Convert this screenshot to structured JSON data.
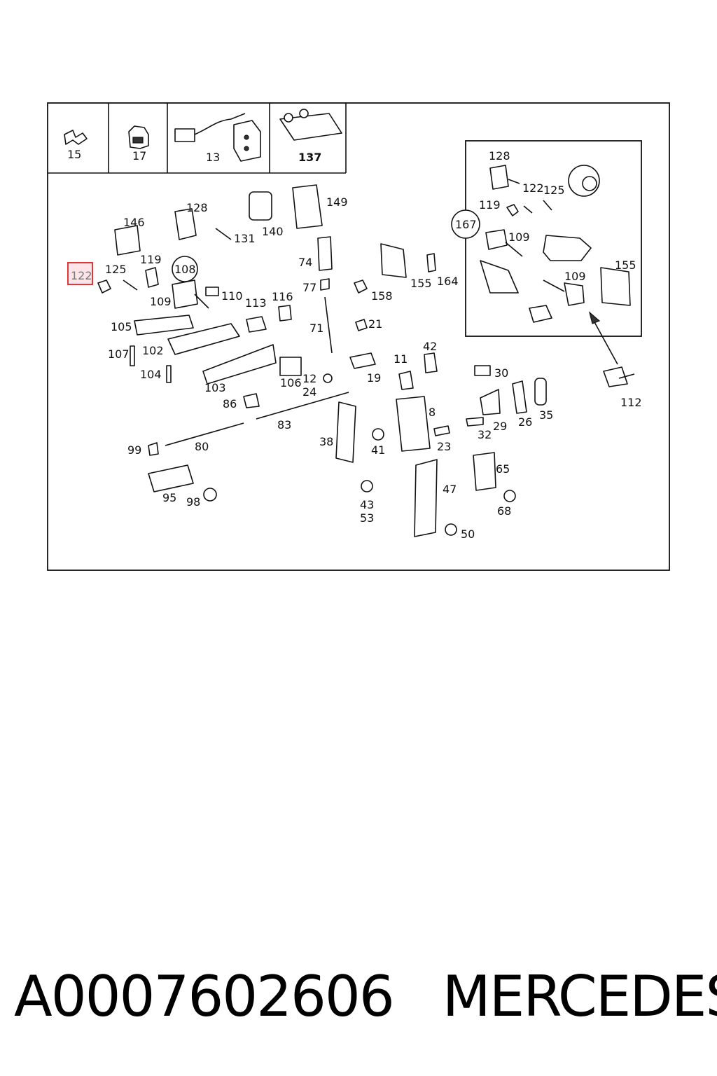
{
  "diagram": {
    "top_cells": [
      "15",
      "17",
      "13",
      "137"
    ],
    "highlight": "122",
    "labels": {
      "l146": "146",
      "l128": "128",
      "l131": "131",
      "l140": "140",
      "l149": "149",
      "l125": "125",
      "l119": "119",
      "l108": "108",
      "l109": "109",
      "l110": "110",
      "l113": "113",
      "l116": "116",
      "l74": "74",
      "l77": "77",
      "l158": "158",
      "l155": "155",
      "l164": "164",
      "l71": "71",
      "l21": "21",
      "l105": "105",
      "l107": "107",
      "l102": "102",
      "l104": "104",
      "l103": "103",
      "l106": "106",
      "l12": "12",
      "l24": "24",
      "l19": "19",
      "l11": "11",
      "l42": "42",
      "l30": "30",
      "l8": "8",
      "l29": "29",
      "l26": "26",
      "l35": "35",
      "l32": "32",
      "l23": "23",
      "l86": "86",
      "l83": "83",
      "l38": "38",
      "l41": "41",
      "l99": "99",
      "l80": "80",
      "l95": "95",
      "l98": "98",
      "l43": "43",
      "l53": "53",
      "l47": "47",
      "l65": "65",
      "l68": "68",
      "l50": "50",
      "l112": "112",
      "l167": "167"
    },
    "inset": {
      "l128": "128",
      "l122": "122",
      "l125": "125",
      "l119": "119",
      "l109a": "109",
      "l109b": "109",
      "l155": "155"
    }
  },
  "footer": {
    "part_number": "A0007602606",
    "brand": "MERCEDES"
  }
}
